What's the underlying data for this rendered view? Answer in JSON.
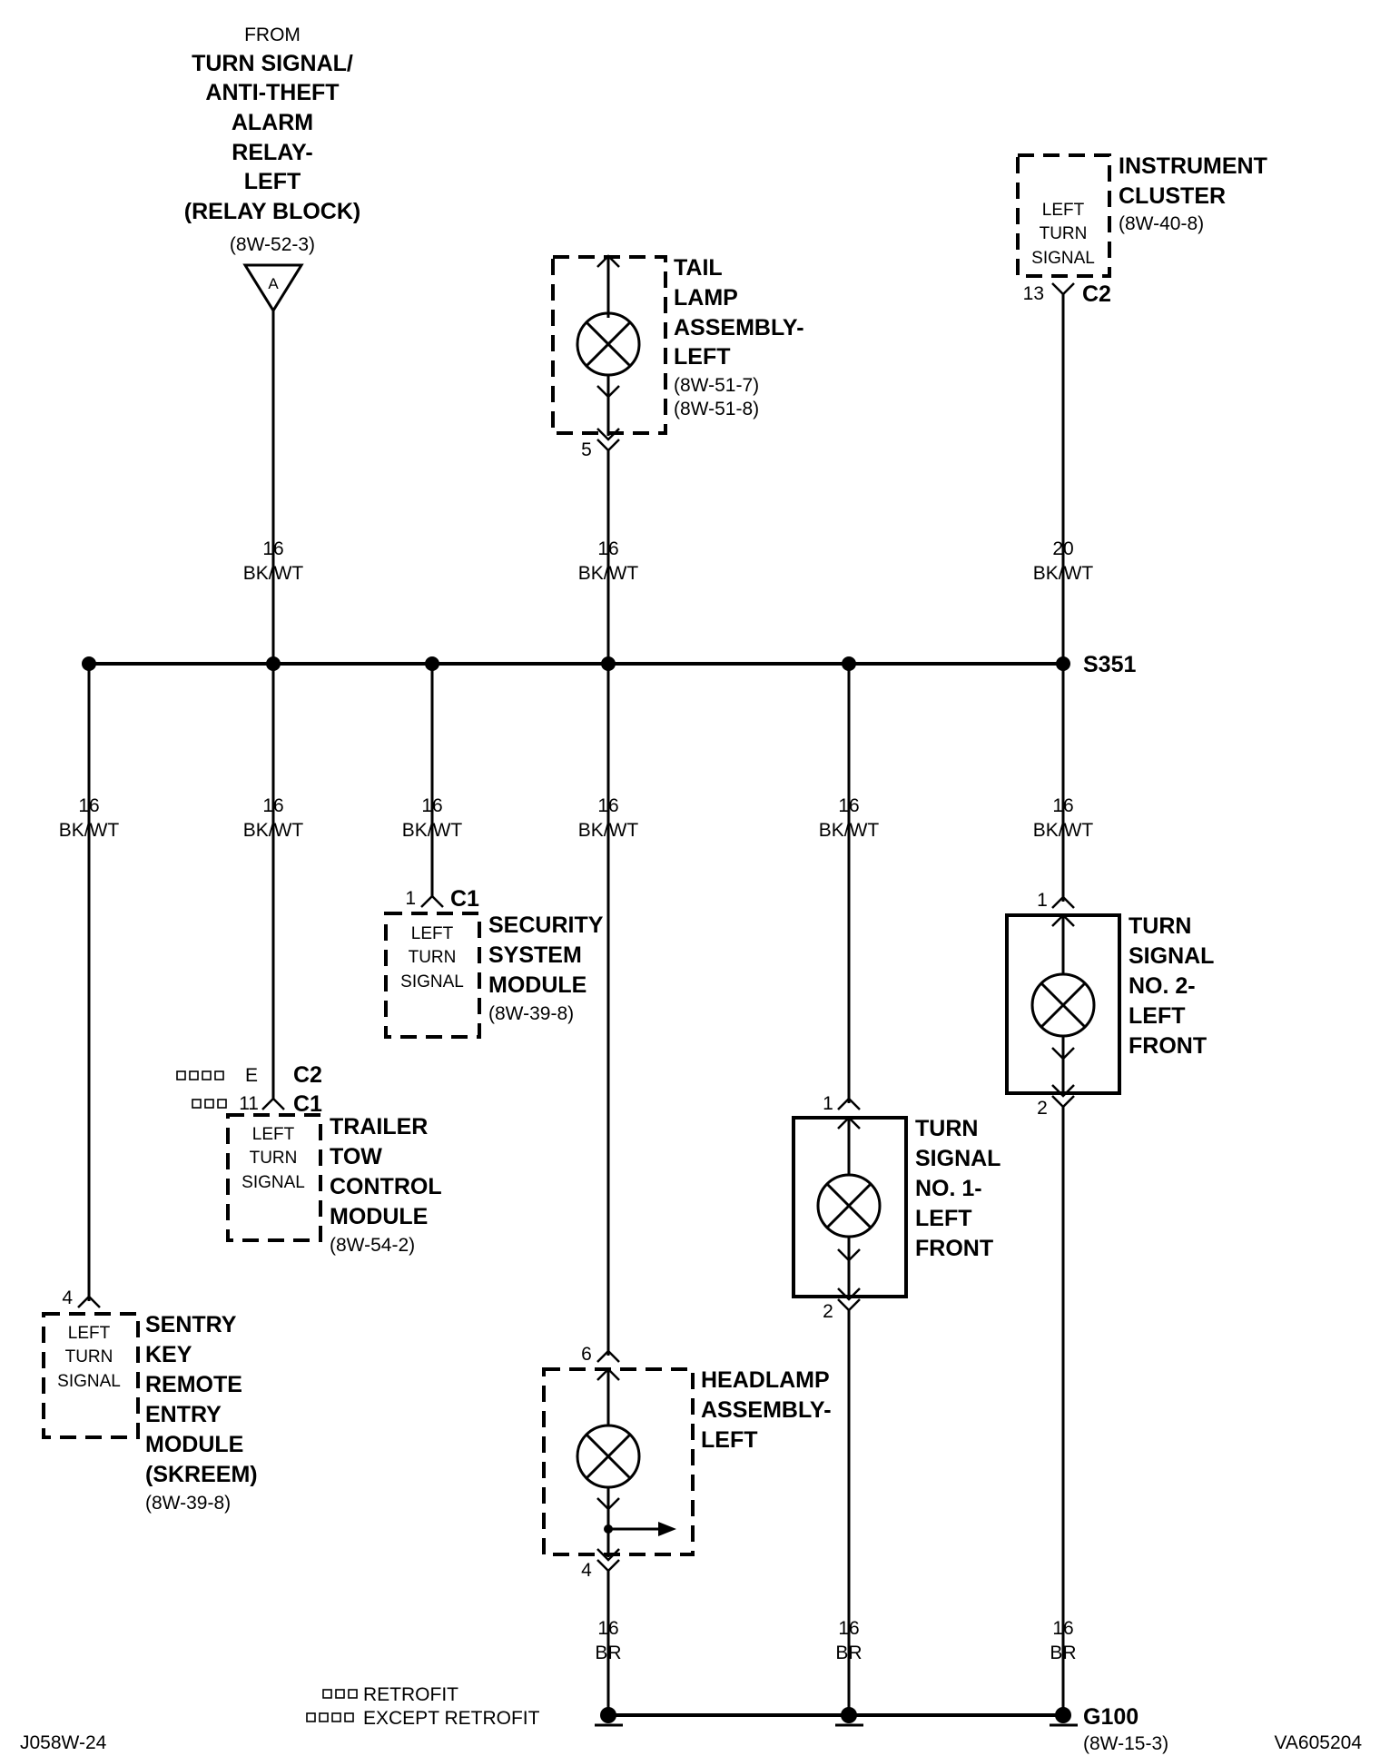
{
  "source": {
    "from": "FROM",
    "name_lines": [
      "TURN SIGNAL/",
      "ANTI-THEFT",
      "ALARM",
      "RELAY-",
      "LEFT",
      "(RELAY BLOCK)"
    ],
    "ref": "(8W-52-3)",
    "tag": "A"
  },
  "instrument_cluster": {
    "name_lines": [
      "INSTRUMENT",
      "CLUSTER"
    ],
    "ref": "(8W-40-8)",
    "inner_lines": [
      "LEFT",
      "TURN",
      "SIGNAL"
    ],
    "pin": "13",
    "connector": "C2"
  },
  "tail_lamp": {
    "name_lines": [
      "TAIL",
      "LAMP",
      "ASSEMBLY-",
      "LEFT"
    ],
    "refs": [
      "(8W-51-7)",
      "(8W-51-8)"
    ],
    "pin": "5"
  },
  "wire_labels": {
    "source": [
      "16",
      "BK/WT"
    ],
    "tail": [
      "16",
      "BK/WT"
    ],
    "cluster": [
      "20",
      "BK/WT"
    ],
    "skreem": [
      "16",
      "BK/WT"
    ],
    "trailer": [
      "16",
      "BK/WT"
    ],
    "security": [
      "16",
      "BK/WT"
    ],
    "headlamp": [
      "16",
      "BK/WT"
    ],
    "ts1": [
      "16",
      "BK/WT"
    ],
    "ts2": [
      "16",
      "BK/WT"
    ],
    "ground_headlamp": [
      "16",
      "BR"
    ],
    "ground_ts1": [
      "16",
      "BR"
    ],
    "ground_ts2": [
      "16",
      "BR"
    ]
  },
  "splice": "S351",
  "security_module": {
    "name_lines": [
      "SECURITY",
      "SYSTEM",
      "MODULE"
    ],
    "ref": "(8W-39-8)",
    "inner_lines": [
      "LEFT",
      "TURN",
      "SIGNAL"
    ],
    "pin": "1",
    "connector": "C1"
  },
  "trailer_module": {
    "name_lines": [
      "TRAILER",
      "TOW",
      "CONTROL",
      "MODULE"
    ],
    "ref": "(8W-54-2)",
    "inner_lines": [
      "LEFT",
      "TURN",
      "SIGNAL"
    ],
    "pin_except_retrofit": "E",
    "connector_except_retrofit": "C2",
    "pin_retrofit": "11",
    "connector_retrofit": "C1"
  },
  "skreem": {
    "name_lines": [
      "SENTRY",
      "KEY",
      "REMOTE",
      "ENTRY",
      "MODULE",
      "(SKREEM)"
    ],
    "ref": "(8W-39-8)",
    "inner_lines": [
      "LEFT",
      "TURN",
      "SIGNAL"
    ],
    "pin": "4"
  },
  "turn_signal_1": {
    "name_lines": [
      "TURN",
      "SIGNAL",
      "NO. 1-",
      "LEFT",
      "FRONT"
    ],
    "pin_top": "1",
    "pin_bottom": "2"
  },
  "turn_signal_2": {
    "name_lines": [
      "TURN",
      "SIGNAL",
      "NO. 2-",
      "LEFT",
      "FRONT"
    ],
    "pin_top": "1",
    "pin_bottom": "2"
  },
  "headlamp": {
    "name_lines": [
      "HEADLAMP",
      "ASSEMBLY-",
      "LEFT"
    ],
    "pin_top": "6",
    "pin_bottom": "4"
  },
  "ground": {
    "name": "G100",
    "ref": "(8W-15-3)"
  },
  "legend": {
    "retrofit": "RETROFIT",
    "except_retrofit": "EXCEPT RETROFIT"
  },
  "footer": {
    "left": "J058W-24",
    "right": "VA605204"
  }
}
